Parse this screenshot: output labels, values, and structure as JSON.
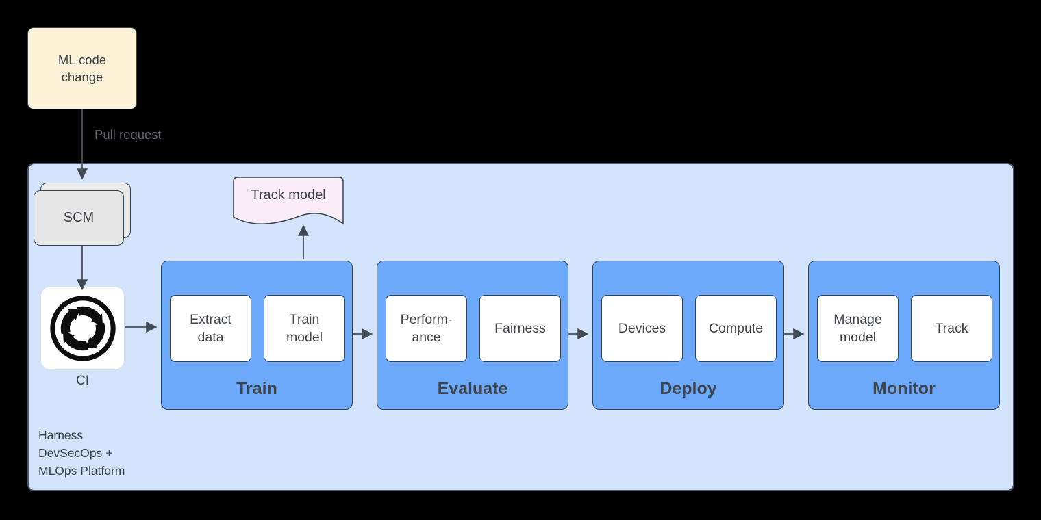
{
  "title": "MLOps pipeline diagram",
  "colors": {
    "background": "#000000",
    "platform_fill": "#d3e3fc",
    "platform_border": "#46566c",
    "stage_fill": "#6ca9fb",
    "node_border": "#39434e",
    "ml_code_change_fill": "#fcf2d8",
    "scm_fill": "#e6e6e6",
    "track_model_fill": "#faecf7",
    "ci_icon": "#0d0d0d",
    "text": "#3c434b",
    "muted_text": "#5d646e",
    "arrow": "#4a515b"
  },
  "nodes": {
    "ml_code_change": "ML code\nchange",
    "scm": "SCM",
    "ci": "CI",
    "track_model": "Track model"
  },
  "labels": {
    "pull_request": "Pull request",
    "platform": "Harness\nDevSecOps +\nMLOps Platform"
  },
  "stages": [
    {
      "title": "Train",
      "items": [
        "Extract\ndata",
        "Train\nmodel"
      ]
    },
    {
      "title": "Evaluate",
      "items": [
        "Perform-\nance",
        "Fairness"
      ]
    },
    {
      "title": "Deploy",
      "items": [
        "Devices",
        "Compute"
      ]
    },
    {
      "title": "Monitor",
      "items": [
        "Manage\nmodel",
        "Track"
      ]
    }
  ]
}
